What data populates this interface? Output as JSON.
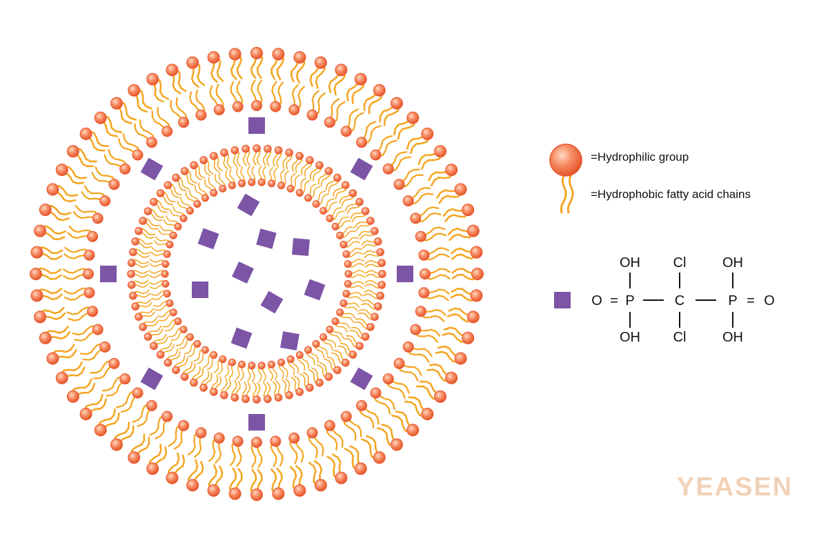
{
  "legend": {
    "hydrophilic_label": "=Hydrophilic group",
    "hydrophobic_label": "=Hydrophobic fatty acid chains"
  },
  "molecule": {
    "atoms": {
      "left_o": "O",
      "left_eq": "=",
      "left_p": "P",
      "left_top_oh": "OH",
      "left_bottom_oh": "OH",
      "center_c": "C",
      "center_top_cl": "Cl",
      "center_bottom_cl": "Cl",
      "right_p": "P",
      "right_top_oh": "OH",
      "right_bottom_oh": "OH",
      "right_eq": "=",
      "right_o": "O"
    }
  },
  "watermark": "YEASEN",
  "colors": {
    "head_fill": "#f58a5c",
    "head_stroke": "#e8562c",
    "tail": "#f4a623",
    "drug": "#7c55a6",
    "text": "#111111",
    "watermark": "#f1d2b8"
  }
}
